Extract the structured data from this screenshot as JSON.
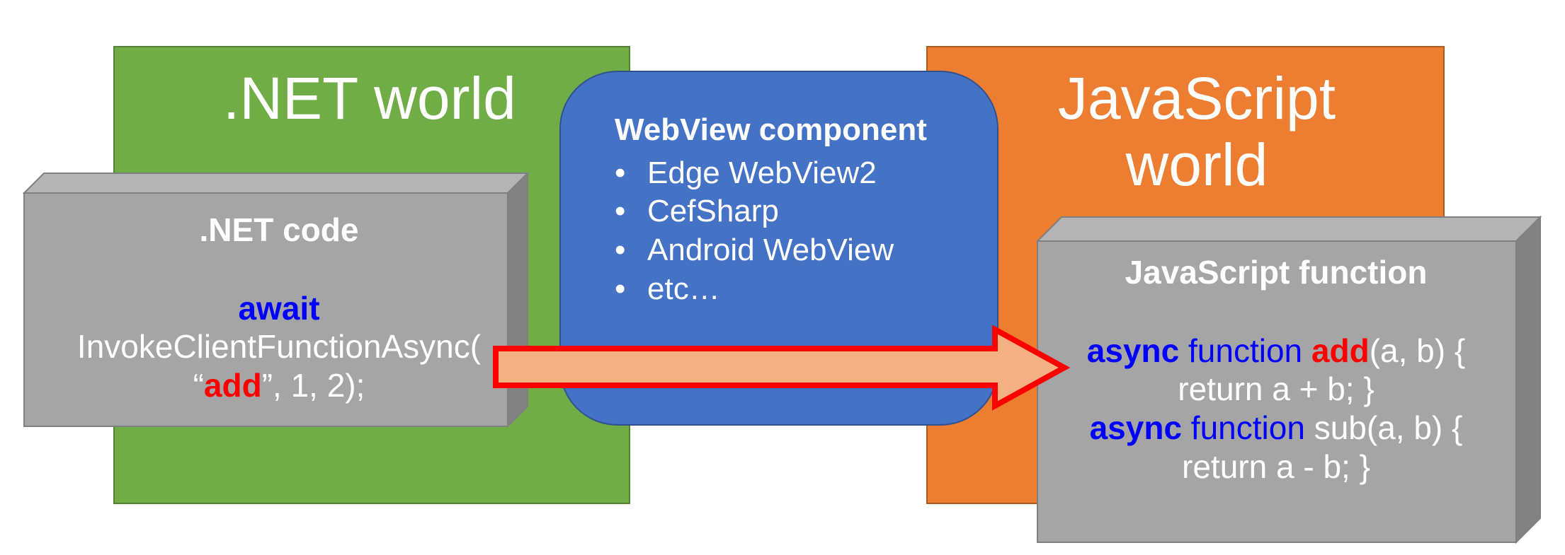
{
  "net_world": {
    "title": ".NET world",
    "color": "#70ad47"
  },
  "js_world": {
    "title_line1": "JavaScript",
    "title_line2": "world",
    "color": "#ed7d31"
  },
  "webview": {
    "title": "WebView component",
    "items": [
      "Edge WebView2",
      "CefSharp",
      "Android WebView",
      "etc…"
    ],
    "color": "#4472c4"
  },
  "net_code": {
    "title": ".NET code",
    "keyword_await": "await",
    "call": "InvokeClientFunctionAsync(",
    "quote_open": "“",
    "func_name": "add",
    "args_tail": "”, 1, 2);"
  },
  "js_code": {
    "title": "JavaScript function",
    "line1_async": "async",
    "line1_function": " function ",
    "line1_name": "add",
    "line1_rest": "(a, b) {",
    "line2": "return a + b; }",
    "line3_async": "async",
    "line3_function": " function",
    "line3_rest": " sub(a, b) {",
    "line4": "return a - b; }"
  },
  "arrow": {
    "fill": "#f4b183",
    "stroke": "#ff0000"
  }
}
